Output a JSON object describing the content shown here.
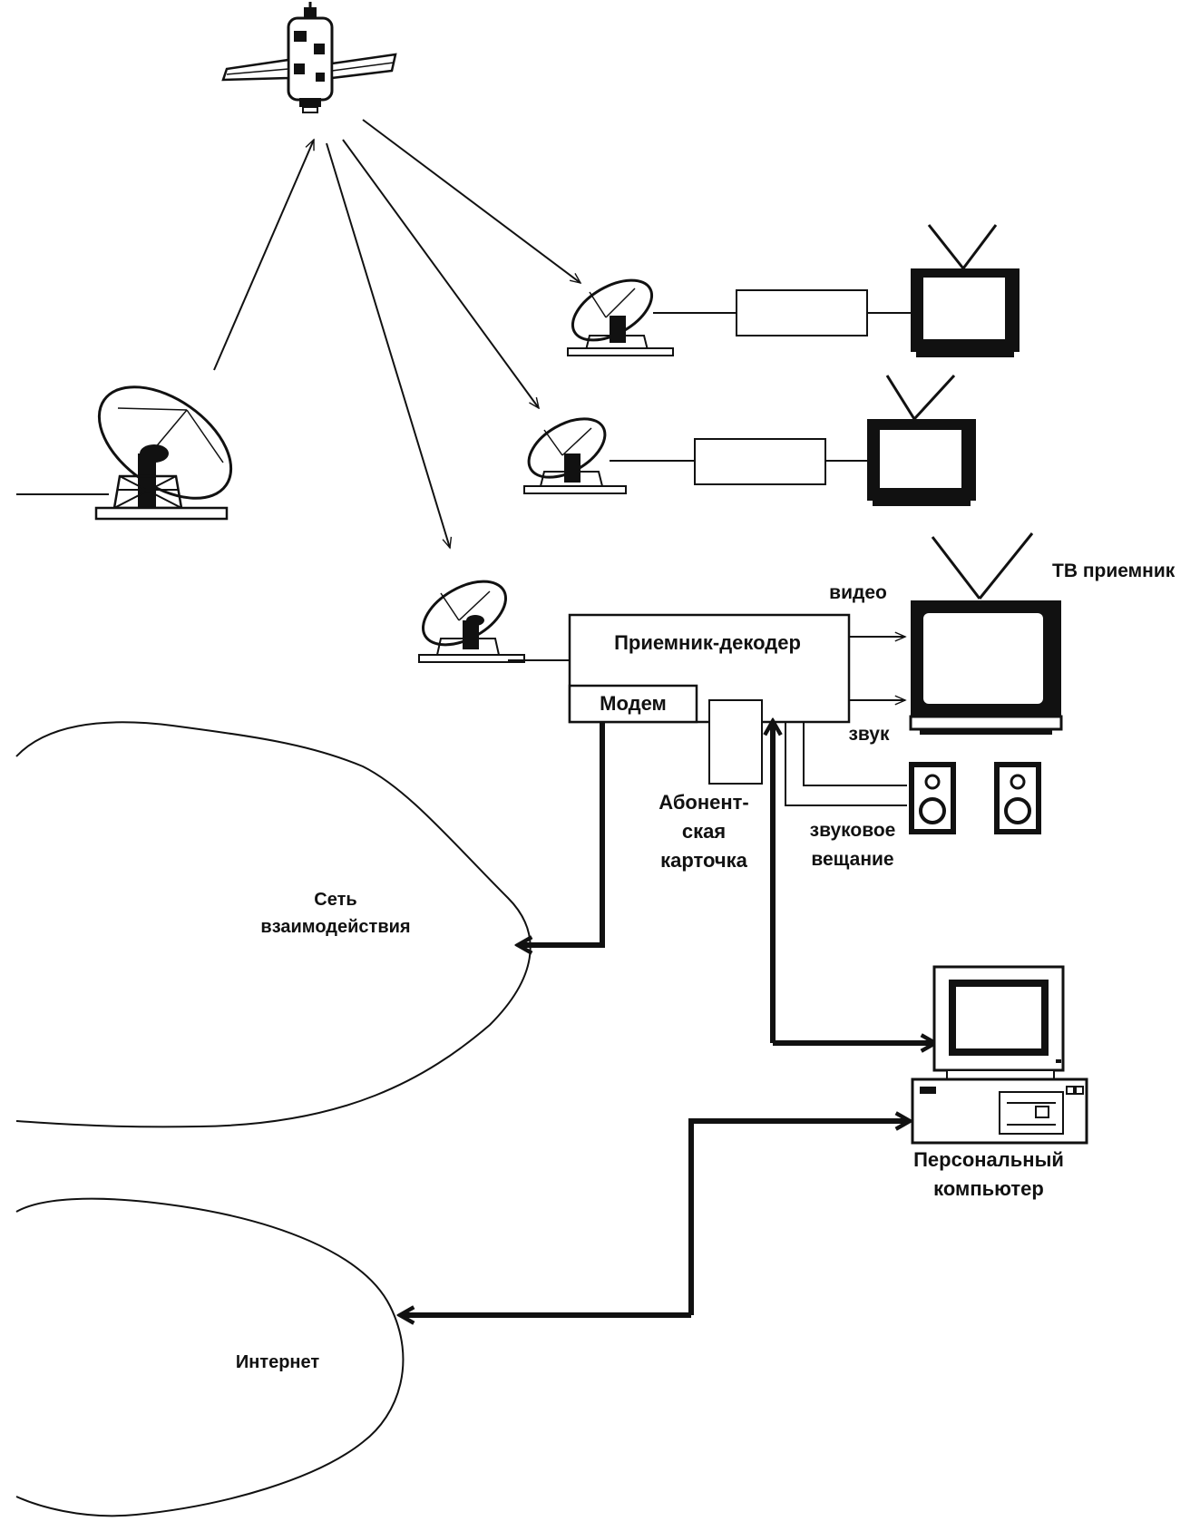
{
  "labels": {
    "decoder": "Приемник-декодер",
    "modem": "Модем",
    "tv_receiver": "ТВ приемник",
    "video": "видео",
    "sound": "звук",
    "card_line1": "Абонент-",
    "card_line2": "ская",
    "card_line3": "карточка",
    "audio_line1": "звуковое",
    "audio_line2": "вещание",
    "network_line1": "Сеть",
    "network_line2": "взаимодействия",
    "pc_line1": "Персональный",
    "pc_line2": "компьютер",
    "internet": "Интернет"
  },
  "icons": [
    "satellite-icon",
    "uplink-dish-icon",
    "receive-dish-icon",
    "tv-icon",
    "speaker-icon",
    "personal-computer-icon"
  ],
  "colors": {
    "ink": "#111111",
    "background": "#ffffff"
  }
}
